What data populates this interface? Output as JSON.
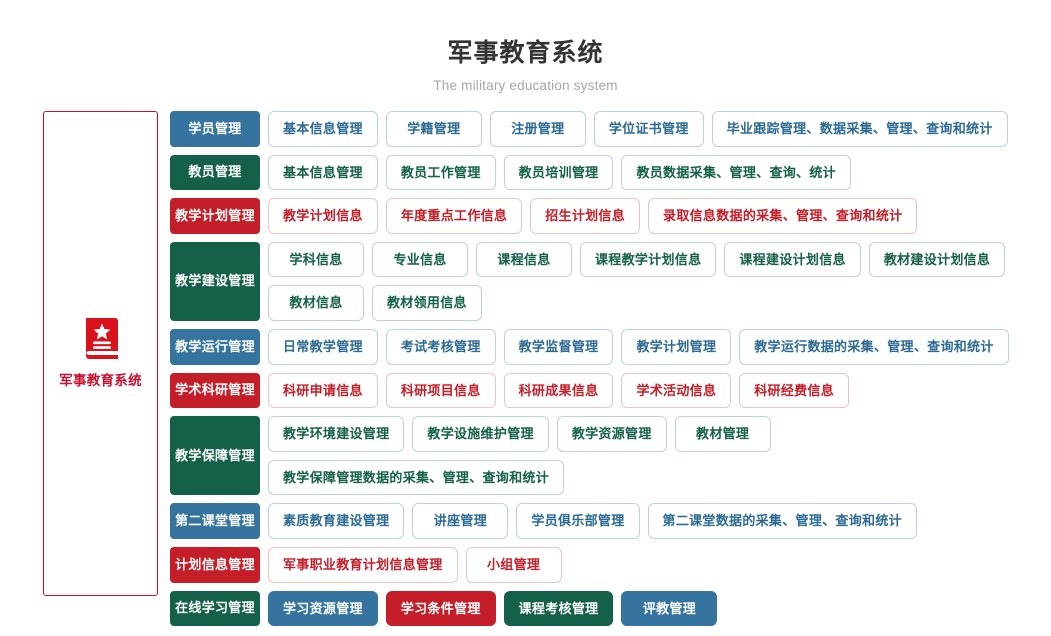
{
  "header": {
    "title": "军事教育系统",
    "subtitle": "The military education system"
  },
  "sidebar": {
    "icon": "book-icon",
    "label": "军事教育系统",
    "border_color": "#c8102e",
    "text_color": "#c8102e"
  },
  "colors": {
    "blue": "#34749f",
    "green": "#14604a",
    "red": "#c41e28",
    "blue_outline": "#b9d3e4",
    "green_outline": "#bdd6cd",
    "red_outline": "#f0c2c5",
    "title": "#333333",
    "subtitle": "#a6a6a6",
    "background": "#ffffff"
  },
  "rows": [
    {
      "category": "学员管理",
      "color": "blue",
      "style": "outline",
      "items": [
        "基本信息管理",
        "学籍管理",
        "注册管理",
        "学位证书管理",
        "毕业跟踪管理、数据采集、管理、查询和统计"
      ]
    },
    {
      "category": "教员管理",
      "color": "green",
      "style": "outline",
      "items": [
        "基本信息管理",
        "教员工作管理",
        "教员培训管理",
        "教员数据采集、管理、查询、统计"
      ]
    },
    {
      "category": "教学计划管理",
      "color": "red",
      "style": "outline",
      "items": [
        "教学计划信息",
        "年度重点工作信息",
        "招生计划信息",
        "录取信息数据的采集、管理、查询和统计"
      ]
    },
    {
      "category": "教学建设管理",
      "color": "green",
      "style": "outline",
      "tall": true,
      "items": [
        "学科信息",
        "专业信息",
        "课程信息",
        "课程教学计划信息",
        "课程建设计划信息",
        "教材建设计划信息",
        "教材信息",
        "教材领用信息"
      ]
    },
    {
      "category": "教学运行管理",
      "color": "blue",
      "style": "outline",
      "items": [
        "日常教学管理",
        "考试考核管理",
        "教学监督管理",
        "教学计划管理",
        "教学运行数据的采集、管理、查询和统计"
      ]
    },
    {
      "category": "学术科研管理",
      "color": "red",
      "style": "outline",
      "items": [
        "科研申请信息",
        "科研项目信息",
        "科研成果信息",
        "学术活动信息",
        "科研经费信息"
      ]
    },
    {
      "category": "教学保障管理",
      "color": "green",
      "style": "outline",
      "items": [
        "教学环境建设管理",
        "教学设施维护管理",
        "教学资源管理",
        "教材管理",
        "教学保障管理数据的采集、管理、查询和统计"
      ]
    },
    {
      "category": "第二课堂管理",
      "color": "blue",
      "style": "outline",
      "items": [
        "素质教育建设管理",
        "讲座管理",
        "学员俱乐部管理",
        "第二课堂数据的采集、管理、查询和统计"
      ]
    },
    {
      "category": "计划信息管理",
      "color": "red",
      "style": "outline",
      "items": [
        "军事职业教育计划信息管理",
        "小组管理"
      ]
    },
    {
      "category": "在线学习管理",
      "color": "green",
      "style": "filled",
      "items": [
        {
          "label": "学习资源管理",
          "color": "blue"
        },
        {
          "label": "学习条件管理",
          "color": "red"
        },
        {
          "label": "课程考核管理",
          "color": "green"
        },
        {
          "label": "评教管理",
          "color": "blue"
        }
      ]
    }
  ]
}
